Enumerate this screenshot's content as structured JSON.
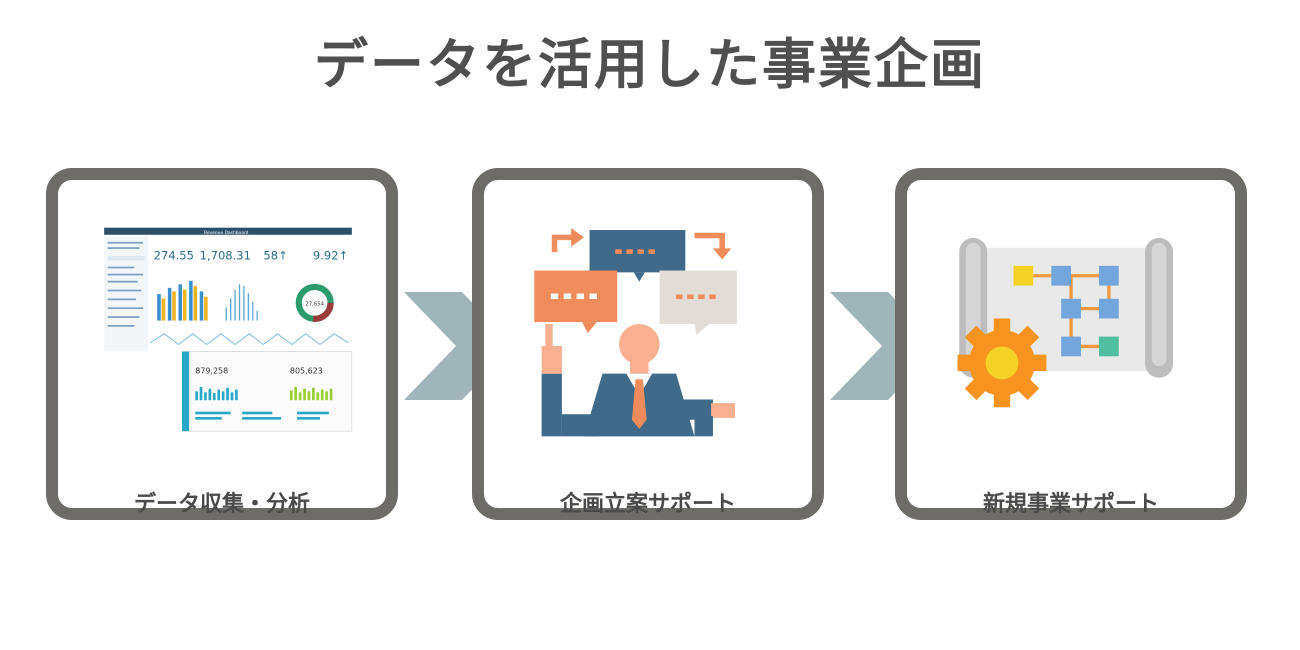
{
  "page": {
    "title": "データを活用した事業企画"
  },
  "steps": [
    {
      "label": "データ収集・分析",
      "icon": "dashboard-icon"
    },
    {
      "label": "企画立案サポート",
      "icon": "brainstorm-person-icon"
    },
    {
      "label": "新規事業サポート",
      "icon": "blueprint-gear-icon"
    }
  ],
  "dashboard": {
    "header_title": "Revenue Dashboard",
    "kpis": [
      "274.55",
      "1,708.31",
      "58↑",
      "9.92↑"
    ],
    "donut_value": "27,654",
    "panel_values": [
      "879,258",
      "805,623"
    ]
  },
  "colors": {
    "card_border": "#6e6c68",
    "arrow": "#9fb5ba",
    "title": "#4f4f4f",
    "orange": "#f08b5c",
    "navy": "#3f6a8a",
    "gear": "#f7931e"
  }
}
